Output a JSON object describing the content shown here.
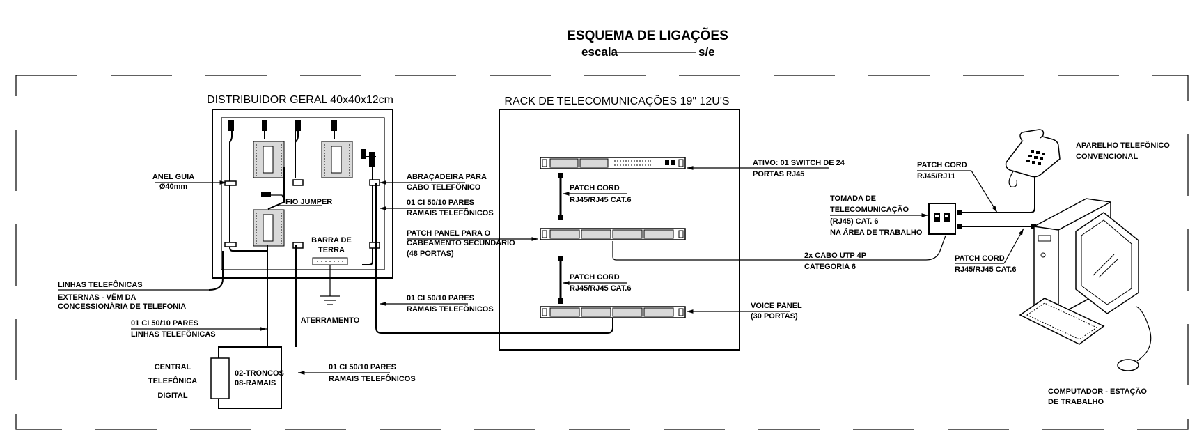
{
  "title": "ESQUEMA DE LIGAÇÕES",
  "scale_label": "escala",
  "scale_value": "s/e",
  "dg_title": "DISTRIBUIDOR GERAL 40x40x12cm",
  "rack_title": "RACK DE TELECOMUNICAÇÕES 19\" 12U'S",
  "labels": {
    "anel_1": "ANEL GUIA",
    "anel_2": "Ø40mm",
    "fio_jumper": "FIO JUMPER",
    "barra_1": "BARRA DE",
    "barra_2": "TERRA",
    "aterramento": "ATERRAMENTO",
    "abracadeira_1": "ABRAÇADEIRA PARA",
    "abracadeira_2": "CABO TELEFÔNICO",
    "ci_top_1": "01 CI 50/10 PARES",
    "ci_top_2": "RAMAIS TELEFÔNICOS",
    "patch_panel_1": "PATCH PANEL PARA O",
    "patch_panel_2": "CABEAMENTO SECUNDÁRIO",
    "patch_panel_3": "(48 PORTAS)",
    "ci_mid_1": "01 CI 50/10 PARES",
    "ci_mid_2": "RAMAIS TELEFÔNICOS",
    "linhas_1": "LINHAS TELEFÔNICAS",
    "linhas_2": "EXTERNAS - VÊM DA",
    "linhas_3": "CONCESSIONÁRIA DE TELEFONIA",
    "ci_lin_1": "01 CI 50/10 PARES",
    "ci_lin_2": "LINHAS TELEFÔNICAS",
    "central_1": "CENTRAL",
    "central_2": "TELEFÔNICA",
    "central_3": "DIGITAL",
    "troncos": "02-TRONCOS",
    "ramais": "08-RAMAIS",
    "ci_bot_1": "01 CI 50/10 PARES",
    "ci_bot_2": "RAMAIS TELEFÔNICOS",
    "patch1_1": "PATCH CORD",
    "patch1_2": "RJ45/RJ45 CAT.6",
    "patch2_1": "PATCH CORD",
    "patch2_2": "RJ45/RJ45 CAT.6",
    "ativo_1": "ATIVO: 01 SWITCH DE 24",
    "ativo_2": "PORTAS RJ45",
    "voice_1": "VOICE PANEL",
    "voice_2": "(30 PORTAS)",
    "cabo_1": "2x CABO UTP 4P",
    "cabo_2": "CATEGORIA 6",
    "tomada_1": "TOMADA DE",
    "tomada_2": "TELECOMUNICAÇÃO",
    "tomada_3": "(RJ45) CAT. 6",
    "tomada_4": "NA ÁREA DE TRABALHO",
    "pc_rj11_1": "PATCH CORD",
    "pc_rj11_2": "RJ45/RJ11",
    "aparelho_1": "APARELHO TELEFÔNICO",
    "aparelho_2": "CONVENCIONAL",
    "pc_cat6_1": "PATCH CORD",
    "pc_cat6_2": "RJ45/RJ45 CAT.6",
    "computador_1": "COMPUTADOR - ESTAÇÃO",
    "computador_2": "DE TRABALHO"
  }
}
